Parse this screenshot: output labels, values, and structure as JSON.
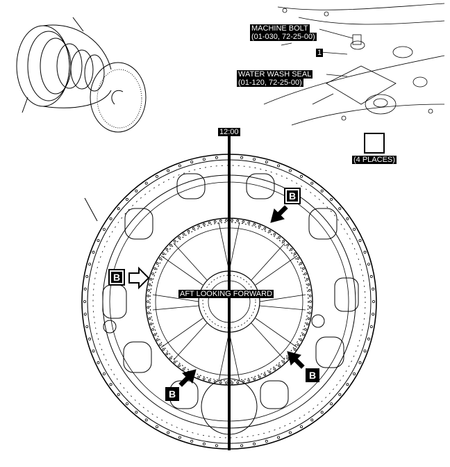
{
  "labels": {
    "machine_bolt_title": "MACHINE BOLT",
    "machine_bolt_ref": "(01-030, 72-25-00)",
    "item_number": "1",
    "water_wash_title": "WATER WASH SEAL",
    "water_wash_ref": "(01-120, 72-25-00)",
    "places": "(4 PLACES)",
    "clock": "12:00",
    "view": "AFT LOOKING FORWARD"
  },
  "callouts": {
    "letter": "B"
  },
  "icons": [
    "engine-section-illustration",
    "detail-view-illustration",
    "arrow-icon"
  ]
}
